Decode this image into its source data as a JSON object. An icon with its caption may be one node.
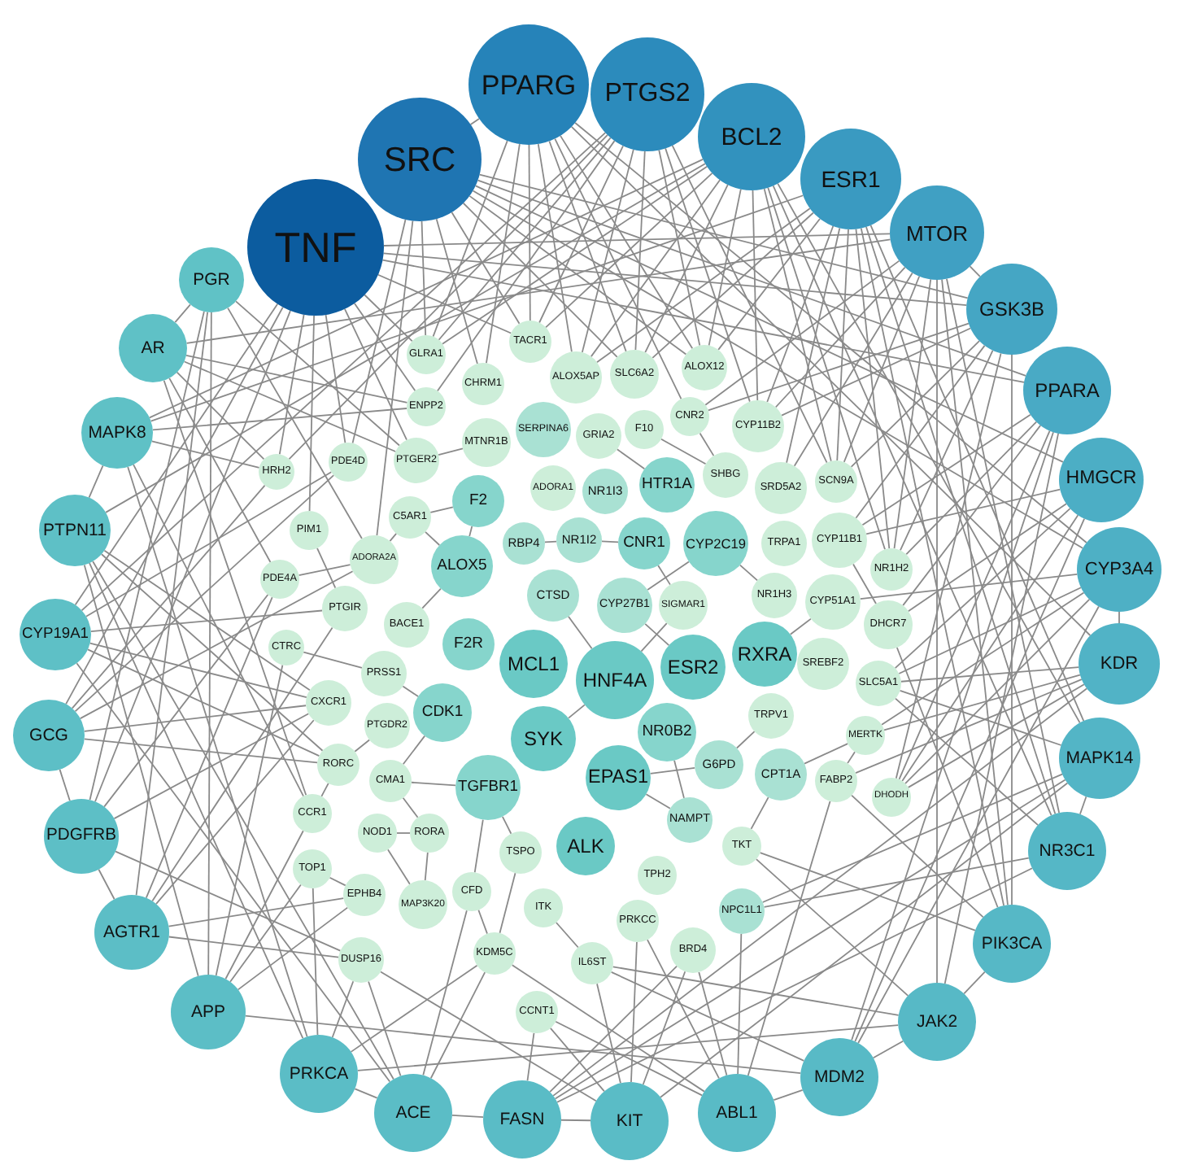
{
  "diagram": {
    "nodes": [
      {
        "text": [
          "TNF"
        ]
      },
      {
        "text": [
          "SRC"
        ]
      },
      {
        "text": [
          "PPARG"
        ]
      },
      {
        "text": [
          "PTGS2"
        ]
      },
      {
        "text": [
          "BCL2"
        ]
      },
      {
        "text": [
          "ESR1"
        ]
      },
      {
        "text": [
          "MTOR"
        ]
      },
      {
        "text": [
          "GSK3B"
        ]
      },
      {
        "text": [
          "PPARA"
        ]
      },
      {
        "text": [
          "HMGCR"
        ]
      },
      {
        "text": [
          "CYP3A4"
        ]
      },
      {
        "text": [
          "KDR"
        ]
      },
      {
        "text": [
          "MAPK14"
        ]
      },
      {
        "text": [
          "NR3C1"
        ]
      },
      {
        "text": [
          "PIK3CA"
        ]
      },
      {
        "text": [
          "JAK2"
        ]
      },
      {
        "text": [
          "MDM2"
        ]
      },
      {
        "text": [
          "ABL1"
        ]
      },
      {
        "text": [
          "KIT"
        ]
      },
      {
        "text": [
          "FASN"
        ]
      },
      {
        "text": [
          "ACE"
        ]
      },
      {
        "text": [
          "PRKCA"
        ]
      },
      {
        "text": [
          "APP"
        ]
      },
      {
        "text": [
          "AGTR1"
        ]
      },
      {
        "text": [
          "PDGFRB"
        ]
      },
      {
        "text": [
          "GCG"
        ]
      },
      {
        "text": [
          "CYP19A1"
        ]
      },
      {
        "text": [
          "PTPN11"
        ]
      },
      {
        "text": [
          "MAPK8"
        ]
      },
      {
        "text": [
          "AR"
        ]
      },
      {
        "text": [
          "PGR"
        ]
      },
      {
        "text": [
          "GLRA1"
        ]
      },
      {
        "text": [
          "ENPP2"
        ]
      },
      {
        "text": [
          "CHRM1"
        ]
      },
      {
        "text": [
          "TACR1"
        ]
      },
      {
        "text": [
          "ALOX5AP"
        ]
      },
      {
        "text": [
          "SLC6A2"
        ]
      },
      {
        "text": [
          "ALOX12"
        ]
      },
      {
        "text": [
          "CNR2"
        ]
      },
      {
        "text": [
          "F10"
        ]
      },
      {
        "text": [
          "SERPINA6"
        ]
      },
      {
        "text": [
          "GRIA2"
        ]
      },
      {
        "text": [
          "HRH2"
        ]
      },
      {
        "text": [
          "PDE4D"
        ]
      },
      {
        "text": [
          "PTGER2"
        ]
      },
      {
        "text": [
          "MTNR1B"
        ]
      },
      {
        "text": [
          "ADORA1"
        ]
      },
      {
        "text": [
          "F2"
        ]
      },
      {
        "text": [
          "C5AR1"
        ]
      },
      {
        "text": [
          "RBP4"
        ]
      },
      {
        "text": [
          "NR1I3"
        ]
      },
      {
        "text": [
          "NR1I2"
        ]
      },
      {
        "text": [
          "HTR1A"
        ]
      },
      {
        "text": [
          "CYP11B2"
        ]
      },
      {
        "text": [
          "SHBG"
        ]
      },
      {
        "text": [
          "SRD5A2"
        ]
      },
      {
        "text": [
          "SCN9A"
        ]
      },
      {
        "text": [
          "ADORA2A"
        ]
      },
      {
        "text": [
          "PTGIR"
        ]
      },
      {
        "text": [
          "PIM1"
        ]
      },
      {
        "text": [
          "PDE4A"
        ]
      },
      {
        "text": [
          "CTRC"
        ]
      },
      {
        "text": [
          "ALOX5"
        ]
      },
      {
        "text": [
          "CTSD"
        ]
      },
      {
        "text": [
          "CNR1"
        ]
      },
      {
        "text": [
          "CYP2C19"
        ]
      },
      {
        "text": [
          "TRPA1"
        ]
      },
      {
        "text": [
          "CYP11B1"
        ]
      },
      {
        "text": [
          "CYP27B1"
        ]
      },
      {
        "text": [
          "SIGMAR1"
        ]
      },
      {
        "text": [
          "BACE1"
        ]
      },
      {
        "text": [
          "PRSS1"
        ]
      },
      {
        "text": [
          "CXCR1"
        ]
      },
      {
        "text": [
          "F2R"
        ]
      },
      {
        "text": [
          "MCL1"
        ]
      },
      {
        "text": [
          "HNF4A"
        ]
      },
      {
        "text": [
          "ESR2"
        ]
      },
      {
        "text": [
          "RXRA"
        ]
      },
      {
        "text": [
          "NR1H3"
        ]
      },
      {
        "text": [
          "CYP51A1"
        ]
      },
      {
        "text": [
          "NR1H2"
        ]
      },
      {
        "text": [
          "DHCR7"
        ]
      },
      {
        "text": [
          "SREBF2"
        ]
      },
      {
        "text": [
          "SLC5A1"
        ]
      },
      {
        "text": [
          "MERTK"
        ]
      },
      {
        "text": [
          "NR0B2"
        ]
      },
      {
        "text": [
          "TRPV1"
        ]
      },
      {
        "text": [
          "G6PD"
        ]
      },
      {
        "text": [
          "CPT1A"
        ]
      },
      {
        "text": [
          "FABP2"
        ]
      },
      {
        "text": [
          "SYK"
        ]
      },
      {
        "text": [
          "EPAS1"
        ]
      },
      {
        "text": [
          "ALK"
        ]
      },
      {
        "text": [
          "NAMPT"
        ]
      },
      {
        "text": [
          "TPH2"
        ]
      },
      {
        "text": [
          "TKT"
        ]
      },
      {
        "text": [
          "DHODH"
        ]
      },
      {
        "text": [
          "NPC1L1"
        ]
      },
      {
        "text": [
          "CDK1"
        ]
      },
      {
        "text": [
          "TGFBR1"
        ]
      },
      {
        "text": [
          "PTGDR2"
        ]
      },
      {
        "text": [
          "RORC"
        ]
      },
      {
        "text": [
          "CMA1"
        ]
      },
      {
        "text": [
          "NOD1"
        ]
      },
      {
        "text": [
          "RORA"
        ]
      },
      {
        "text": [
          "CCR1"
        ]
      },
      {
        "text": [
          "TSPO"
        ]
      },
      {
        "text": [
          "CFD"
        ]
      },
      {
        "text": [
          "ITK"
        ]
      },
      {
        "text": [
          "PRKCC"
        ]
      },
      {
        "text": [
          "IL6ST"
        ]
      },
      {
        "text": [
          "KDM5C"
        ]
      },
      {
        "text": [
          "BRD4"
        ]
      },
      {
        "text": [
          "MAP3K20"
        ]
      },
      {
        "text": [
          "EPHB4"
        ]
      },
      {
        "text": [
          "TOP1"
        ]
      },
      {
        "text": [
          "DUSP16"
        ]
      },
      {
        "text": [
          "CCNT1"
        ]
      }
    ],
    "edges": [
      {
        "from": 0,
        "to": 34,
        "arrow": "none"
      },
      {
        "from": 0,
        "to": 24,
        "arrow": "none"
      },
      {
        "from": 0,
        "to": 43,
        "arrow": "none"
      },
      {
        "from": 0,
        "to": 8,
        "arrow": "none"
      },
      {
        "from": 0,
        "to": 42,
        "arrow": "none"
      },
      {
        "from": 0,
        "to": 32,
        "arrow": "none"
      },
      {
        "from": 0,
        "to": 7,
        "arrow": "none"
      },
      {
        "from": 0,
        "to": 31,
        "arrow": "none"
      },
      {
        "from": 0,
        "to": 26,
        "arrow": "none"
      },
      {
        "from": 0,
        "to": 6,
        "arrow": "none"
      },
      {
        "from": 0,
        "to": 25,
        "arrow": "none"
      },
      {
        "from": 0,
        "to": 59,
        "arrow": "none"
      },
      {
        "from": 0,
        "to": 44,
        "arrow": "none"
      },
      {
        "from": 1,
        "to": 9,
        "arrow": "none"
      },
      {
        "from": 1,
        "to": 43,
        "arrow": "none"
      },
      {
        "from": 1,
        "to": 33,
        "arrow": "none"
      },
      {
        "from": 1,
        "to": 57,
        "arrow": "none"
      },
      {
        "from": 1,
        "to": 8,
        "arrow": "none"
      },
      {
        "from": 1,
        "to": 37,
        "arrow": "none"
      },
      {
        "from": 1,
        "to": 7,
        "arrow": "none"
      },
      {
        "from": 1,
        "to": 2,
        "arrow": "none"
      },
      {
        "from": 1,
        "to": 36,
        "arrow": "none"
      },
      {
        "from": 1,
        "to": 31,
        "arrow": "none"
      },
      {
        "from": 1,
        "to": 10,
        "arrow": "none"
      },
      {
        "from": 1,
        "to": 34,
        "arrow": "none"
      },
      {
        "from": 2,
        "to": 37,
        "arrow": "none"
      },
      {
        "from": 2,
        "to": 36,
        "arrow": "none"
      },
      {
        "from": 2,
        "to": 31,
        "arrow": "none"
      },
      {
        "from": 2,
        "to": 11,
        "arrow": "none"
      },
      {
        "from": 2,
        "to": 35,
        "arrow": "none"
      },
      {
        "from": 2,
        "to": 10,
        "arrow": "none"
      },
      {
        "from": 2,
        "to": 34,
        "arrow": "none"
      },
      {
        "from": 2,
        "to": 38,
        "arrow": "none"
      },
      {
        "from": 2,
        "to": 33,
        "arrow": "none"
      },
      {
        "from": 3,
        "to": 56,
        "arrow": "none"
      },
      {
        "from": 3,
        "to": 36,
        "arrow": "none"
      },
      {
        "from": 3,
        "to": 31,
        "arrow": "none"
      },
      {
        "from": 3,
        "to": 26,
        "arrow": "none"
      },
      {
        "from": 3,
        "to": 35,
        "arrow": "none"
      },
      {
        "from": 3,
        "to": 34,
        "arrow": "none"
      },
      {
        "from": 3,
        "to": 53,
        "arrow": "none"
      },
      {
        "from": 3,
        "to": 42,
        "arrow": "none"
      },
      {
        "from": 3,
        "to": 37,
        "arrow": "none"
      },
      {
        "from": 3,
        "to": 32,
        "arrow": "none"
      },
      {
        "from": 4,
        "to": 36,
        "arrow": "none"
      },
      {
        "from": 4,
        "to": 31,
        "arrow": "none"
      },
      {
        "from": 4,
        "to": 35,
        "arrow": "none"
      },
      {
        "from": 4,
        "to": 34,
        "arrow": "none"
      },
      {
        "from": 4,
        "to": 53,
        "arrow": "none"
      },
      {
        "from": 4,
        "to": 28,
        "arrow": "none"
      },
      {
        "from": 4,
        "to": 13,
        "arrow": "none"
      },
      {
        "from": 4,
        "to": 37,
        "arrow": "none"
      },
      {
        "from": 4,
        "to": 27,
        "arrow": "none"
      },
      {
        "from": 4,
        "to": 56,
        "arrow": "none"
      },
      {
        "from": 4,
        "to": 12,
        "arrow": "none"
      },
      {
        "from": 4,
        "to": 80,
        "arrow": "none"
      },
      {
        "from": 5,
        "to": 35,
        "arrow": "none"
      },
      {
        "from": 5,
        "to": 53,
        "arrow": "none"
      },
      {
        "from": 5,
        "to": 14,
        "arrow": "none"
      },
      {
        "from": 5,
        "to": 28,
        "arrow": "none"
      },
      {
        "from": 5,
        "to": 13,
        "arrow": "none"
      },
      {
        "from": 5,
        "to": 37,
        "arrow": "none"
      },
      {
        "from": 5,
        "to": 56,
        "arrow": "none"
      },
      {
        "from": 5,
        "to": 12,
        "arrow": "none"
      },
      {
        "from": 5,
        "to": 80,
        "arrow": "none"
      },
      {
        "from": 5,
        "to": 36,
        "arrow": "none"
      },
      {
        "from": 5,
        "to": 55,
        "arrow": "none"
      },
      {
        "from": 6,
        "to": 15,
        "arrow": "none"
      },
      {
        "from": 6,
        "to": 29,
        "arrow": "none"
      },
      {
        "from": 6,
        "to": 53,
        "arrow": "none"
      },
      {
        "from": 6,
        "to": 14,
        "arrow": "none"
      },
      {
        "from": 6,
        "to": 38,
        "arrow": "none"
      },
      {
        "from": 6,
        "to": 13,
        "arrow": "none"
      },
      {
        "from": 6,
        "to": 56,
        "arrow": "none"
      },
      {
        "from": 6,
        "to": 7,
        "arrow": "none"
      },
      {
        "from": 6,
        "to": 80,
        "arrow": "none"
      },
      {
        "from": 6,
        "to": 55,
        "arrow": "none"
      },
      {
        "from": 7,
        "to": 53,
        "arrow": "none"
      },
      {
        "from": 7,
        "to": 14,
        "arrow": "none"
      },
      {
        "from": 7,
        "to": 38,
        "arrow": "none"
      },
      {
        "from": 7,
        "to": 67,
        "arrow": "none"
      },
      {
        "from": 7,
        "to": 96,
        "arrow": "none"
      },
      {
        "from": 7,
        "to": 56,
        "arrow": "none"
      },
      {
        "from": 7,
        "to": 80,
        "arrow": "none"
      },
      {
        "from": 8,
        "to": 67,
        "arrow": "none"
      },
      {
        "from": 8,
        "to": 96,
        "arrow": "none"
      },
      {
        "from": 8,
        "to": 81,
        "arrow": "none"
      },
      {
        "from": 8,
        "to": 80,
        "arrow": "none"
      },
      {
        "from": 8,
        "to": 16,
        "arrow": "none"
      },
      {
        "from": 8,
        "to": 15,
        "arrow": "none"
      },
      {
        "from": 9,
        "to": 81,
        "arrow": "none"
      },
      {
        "from": 9,
        "to": 16,
        "arrow": "none"
      },
      {
        "from": 9,
        "to": 83,
        "arrow": "none"
      },
      {
        "from": 9,
        "to": 67,
        "arrow": "none"
      },
      {
        "from": 9,
        "to": 96,
        "arrow": "none"
      },
      {
        "from": 10,
        "to": 16,
        "arrow": "none"
      },
      {
        "from": 10,
        "to": 11,
        "arrow": "none"
      },
      {
        "from": 10,
        "to": 84,
        "arrow": "none"
      },
      {
        "from": 10,
        "to": 79,
        "arrow": "none"
      },
      {
        "from": 10,
        "to": 83,
        "arrow": "none"
      },
      {
        "from": 10,
        "to": 96,
        "arrow": "none"
      },
      {
        "from": 11,
        "to": 89,
        "arrow": "none"
      },
      {
        "from": 11,
        "to": 84,
        "arrow": "none"
      },
      {
        "from": 11,
        "to": 83,
        "arrow": "none"
      },
      {
        "from": 11,
        "to": 19,
        "arrow": "none"
      },
      {
        "from": 11,
        "to": 96,
        "arrow": "none"
      },
      {
        "from": 12,
        "to": 83,
        "arrow": "none"
      },
      {
        "from": 12,
        "to": 97,
        "arrow": "none"
      },
      {
        "from": 12,
        "to": 19,
        "arrow": "none"
      },
      {
        "from": 12,
        "to": 18,
        "arrow": "none"
      },
      {
        "from": 12,
        "to": 13,
        "arrow": "none"
      },
      {
        "from": 13,
        "to": 83,
        "arrow": "none"
      },
      {
        "from": 13,
        "to": 97,
        "arrow": "none"
      },
      {
        "from": 13,
        "to": 19,
        "arrow": "none"
      },
      {
        "from": 14,
        "to": 81,
        "arrow": "none"
      },
      {
        "from": 14,
        "to": 95,
        "arrow": "none"
      },
      {
        "from": 14,
        "to": 89,
        "arrow": "none"
      },
      {
        "from": 14,
        "to": 15,
        "arrow": "none"
      },
      {
        "from": 15,
        "to": 110,
        "arrow": "none"
      },
      {
        "from": 15,
        "to": 95,
        "arrow": "none"
      },
      {
        "from": 15,
        "to": 21,
        "arrow": "none"
      },
      {
        "from": 15,
        "to": 16,
        "arrow": "none"
      },
      {
        "from": 16,
        "to": 110,
        "arrow": "none"
      },
      {
        "from": 16,
        "to": 22,
        "arrow": "none"
      },
      {
        "from": 16,
        "to": 17,
        "arrow": "none"
      },
      {
        "from": 17,
        "to": 109,
        "arrow": "none"
      },
      {
        "from": 17,
        "to": 89,
        "arrow": "none"
      },
      {
        "from": 17,
        "to": 117,
        "arrow": "none"
      },
      {
        "from": 17,
        "to": 112,
        "arrow": "none"
      },
      {
        "from": 17,
        "to": 97,
        "arrow": "none"
      },
      {
        "from": 17,
        "to": 111,
        "arrow": "none"
      },
      {
        "from": 18,
        "to": 117,
        "arrow": "none"
      },
      {
        "from": 18,
        "to": 112,
        "arrow": "none"
      },
      {
        "from": 18,
        "to": 19,
        "arrow": "none"
      },
      {
        "from": 18,
        "to": 116,
        "arrow": "none"
      },
      {
        "from": 18,
        "to": 110,
        "arrow": "none"
      },
      {
        "from": 18,
        "to": 109,
        "arrow": "none"
      },
      {
        "from": 19,
        "to": 20,
        "arrow": "none"
      },
      {
        "from": 19,
        "to": 117,
        "arrow": "none"
      },
      {
        "from": 19,
        "to": 112,
        "arrow": "none"
      },
      {
        "from": 20,
        "to": 107,
        "arrow": "none"
      },
      {
        "from": 20,
        "to": 116,
        "arrow": "none"
      },
      {
        "from": 20,
        "to": 111,
        "arrow": "none"
      },
      {
        "from": 20,
        "to": 27,
        "arrow": "none"
      },
      {
        "from": 20,
        "to": 26,
        "arrow": "none"
      },
      {
        "from": 20,
        "to": 21,
        "arrow": "none"
      },
      {
        "from": 21,
        "to": 116,
        "arrow": "none"
      },
      {
        "from": 21,
        "to": 111,
        "arrow": "none"
      },
      {
        "from": 21,
        "to": 28,
        "arrow": "none"
      },
      {
        "from": 21,
        "to": 115,
        "arrow": "none"
      },
      {
        "from": 21,
        "to": 27,
        "arrow": "none"
      },
      {
        "from": 22,
        "to": 115,
        "arrow": "none"
      },
      {
        "from": 22,
        "to": 105,
        "arrow": "none"
      },
      {
        "from": 22,
        "to": 27,
        "arrow": "none"
      },
      {
        "from": 22,
        "to": 61,
        "arrow": "none"
      },
      {
        "from": 22,
        "to": 114,
        "arrow": "none"
      },
      {
        "from": 22,
        "to": 30,
        "arrow": "none"
      },
      {
        "from": 23,
        "to": 114,
        "arrow": "none"
      },
      {
        "from": 23,
        "to": 60,
        "arrow": "none"
      },
      {
        "from": 23,
        "to": 30,
        "arrow": "none"
      },
      {
        "from": 23,
        "to": 24,
        "arrow": "none"
      },
      {
        "from": 23,
        "to": 58,
        "arrow": "none"
      },
      {
        "from": 23,
        "to": 116,
        "arrow": "none"
      },
      {
        "from": 23,
        "to": 72,
        "arrow": "none"
      },
      {
        "from": 24,
        "to": 60,
        "arrow": "none"
      },
      {
        "from": 24,
        "to": 30,
        "arrow": "none"
      },
      {
        "from": 24,
        "to": 25,
        "arrow": "none"
      },
      {
        "from": 24,
        "to": 116,
        "arrow": "none"
      },
      {
        "from": 24,
        "to": 72,
        "arrow": "none"
      },
      {
        "from": 25,
        "to": 43,
        "arrow": "none"
      },
      {
        "from": 25,
        "to": 72,
        "arrow": "none"
      },
      {
        "from": 25,
        "to": 101,
        "arrow": "none"
      },
      {
        "from": 25,
        "to": 57,
        "arrow": "none"
      },
      {
        "from": 25,
        "to": 42,
        "arrow": "none"
      },
      {
        "from": 26,
        "to": 58,
        "arrow": "none"
      },
      {
        "from": 26,
        "to": 43,
        "arrow": "none"
      },
      {
        "from": 26,
        "to": 72,
        "arrow": "none"
      },
      {
        "from": 26,
        "to": 101,
        "arrow": "none"
      },
      {
        "from": 27,
        "to": 72,
        "arrow": "none"
      },
      {
        "from": 27,
        "to": 28,
        "arrow": "none"
      },
      {
        "from": 27,
        "to": 101,
        "arrow": "none"
      },
      {
        "from": 28,
        "to": 42,
        "arrow": "none"
      },
      {
        "from": 28,
        "to": 32,
        "arrow": "none"
      },
      {
        "from": 28,
        "to": 105,
        "arrow": "none"
      },
      {
        "from": 29,
        "to": 32,
        "arrow": "none"
      },
      {
        "from": 29,
        "to": 105,
        "arrow": "none"
      },
      {
        "from": 29,
        "to": 60,
        "arrow": "none"
      },
      {
        "from": 29,
        "to": 30,
        "arrow": "none"
      },
      {
        "from": 29,
        "to": 44,
        "arrow": "none"
      },
      {
        "from": 29,
        "to": 42,
        "arrow": "none"
      },
      {
        "from": 30,
        "to": 44,
        "arrow": "none"
      },
      {
        "from": 30,
        "to": 57,
        "arrow": "none"
      },
      {
        "from": 48,
        "to": 62,
        "arrow": "none"
      },
      {
        "from": 107,
        "to": 111,
        "arrow": "none"
      },
      {
        "from": 84,
        "to": 89,
        "arrow": "none"
      },
      {
        "from": 39,
        "to": 54,
        "arrow": "none"
      },
      {
        "from": 47,
        "to": 48,
        "arrow": "none"
      },
      {
        "from": 48,
        "to": 57,
        "arrow": "none"
      },
      {
        "from": 85,
        "to": 93,
        "arrow": "none"
      },
      {
        "from": 99,
        "to": 107,
        "arrow": "none"
      },
      {
        "from": 103,
        "to": 104,
        "arrow": "none"
      },
      {
        "from": 57,
        "to": 60,
        "arrow": "none"
      },
      {
        "from": 104,
        "to": 113,
        "arrow": "none"
      },
      {
        "from": 108,
        "to": 110,
        "arrow": "none"
      },
      {
        "from": 63,
        "to": 75,
        "arrow": "none"
      },
      {
        "from": 99,
        "to": 102,
        "arrow": "none"
      },
      {
        "from": 44,
        "to": 45,
        "arrow": "none"
      },
      {
        "from": 68,
        "to": 76,
        "arrow": "none"
      },
      {
        "from": 58,
        "to": 59,
        "arrow": "none"
      },
      {
        "from": 49,
        "to": 51,
        "arrow": "none"
      },
      {
        "from": 86,
        "to": 87,
        "arrow": "none"
      },
      {
        "from": 41,
        "to": 52,
        "arrow": "none"
      },
      {
        "from": 100,
        "to": 101,
        "arrow": "none"
      },
      {
        "from": 77,
        "to": 79,
        "arrow": "none"
      },
      {
        "from": 114,
        "to": 115,
        "arrow": "none"
      },
      {
        "from": 91,
        "to": 93,
        "arrow": "none"
      },
      {
        "from": 71,
        "to": 98,
        "arrow": "none"
      },
      {
        "from": 51,
        "to": 64,
        "arrow": "none"
      },
      {
        "from": 87,
        "to": 91,
        "arrow": "none"
      },
      {
        "from": 64,
        "to": 69,
        "arrow": "none"
      },
      {
        "from": 65,
        "to": 78,
        "arrow": "none"
      },
      {
        "from": 101,
        "to": 105,
        "arrow": "none"
      },
      {
        "from": 69,
        "to": 75,
        "arrow": "none"
      },
      {
        "from": 47,
        "to": 62,
        "arrow": "none"
      },
      {
        "from": 106,
        "to": 111,
        "arrow": "none"
      },
      {
        "from": 38,
        "to": 54,
        "arrow": "none"
      },
      {
        "from": 75,
        "to": 90,
        "arrow": "none"
      },
      {
        "from": 88,
        "to": 95,
        "arrow": "none"
      },
      {
        "from": 61,
        "to": 71,
        "arrow": "none"
      },
      {
        "from": 65,
        "to": 68,
        "arrow": "none"
      },
      {
        "from": 102,
        "to": 104,
        "arrow": "none"
      },
      {
        "from": 103,
        "to": 113,
        "arrow": "none"
      },
      {
        "from": 84,
        "to": 88,
        "arrow": "none"
      },
      {
        "from": 98,
        "to": 102,
        "arrow": "none"
      },
      {
        "from": 67,
        "to": 81,
        "arrow": "none"
      },
      {
        "from": 62,
        "to": 70,
        "arrow": "none"
      },
      {
        "from": 99,
        "to": 106,
        "arrow": "none"
      }
    ]
  }
}
